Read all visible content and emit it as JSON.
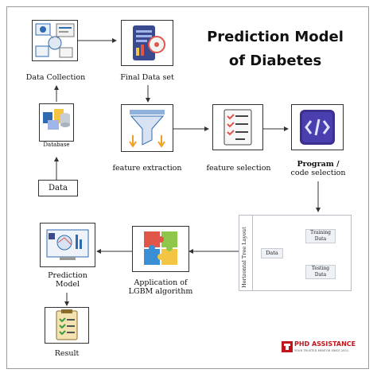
{
  "title": {
    "line1": "Prediction Model",
    "line2": "of Diabetes"
  },
  "nodes": {
    "data_collection": "Data Collection",
    "final_data_set": "Final Data set",
    "database": "Database",
    "data": "Data",
    "feature_extraction": "feature extraction",
    "feature_selection": "feature selection",
    "program_line1": "Program /",
    "program_line2": "code selection",
    "tree_title": "Horizontal Tree Layout",
    "tree_data": "Data",
    "training_line1": "Training",
    "training_line2": "Data",
    "testing_line1": "Testing",
    "testing_line2": "Data",
    "lgbm_line1": "Application of",
    "lgbm_line2": "LGBM algorithm",
    "prediction_line1": "Prediction",
    "prediction_line2": "Model",
    "result": "Result"
  },
  "logo": {
    "name": "PHD ASSISTANCE",
    "tagline": "YOUR TRUSTED MENTOR SINCE 2001"
  },
  "colors": {
    "accent_red": "#c0151b",
    "icon_blue": "#2f6bb0",
    "icon_purple": "#3b2f8f"
  }
}
